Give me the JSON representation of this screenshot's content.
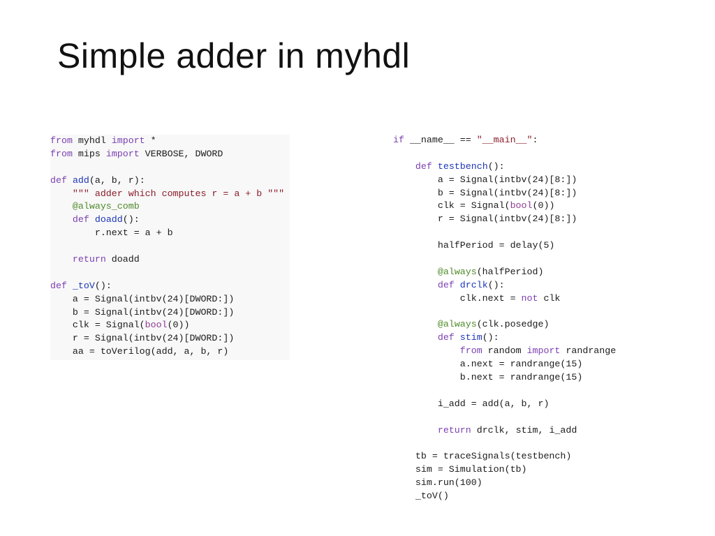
{
  "slide": {
    "title": "Simple adder in myhdl"
  },
  "colors": {
    "keyword": "#7a3fb0",
    "function_name": "#1c35b8",
    "string": "#8a1c2a",
    "decorator": "#4f8a2a",
    "builtin": "#8c3c91",
    "text": "#1a1a1a"
  },
  "code_left": [
    [
      [
        "kw",
        "from"
      ],
      [
        "p",
        " myhdl "
      ],
      [
        "kw",
        "import"
      ],
      [
        "p",
        " *"
      ]
    ],
    [
      [
        "kw",
        "from"
      ],
      [
        "p",
        " mips "
      ],
      [
        "kw",
        "import"
      ],
      [
        "p",
        " VERBOSE, DWORD"
      ]
    ],
    [],
    [
      [
        "kw",
        "def"
      ],
      [
        "p",
        " "
      ],
      [
        "fn",
        "add"
      ],
      [
        "p",
        "(a, b, r):"
      ]
    ],
    [
      [
        "p",
        "    "
      ],
      [
        "str",
        "\"\"\" adder which computes r = a + b \"\"\""
      ]
    ],
    [
      [
        "p",
        "    "
      ],
      [
        "deco",
        "@always_comb"
      ]
    ],
    [
      [
        "p",
        "    "
      ],
      [
        "kw",
        "def"
      ],
      [
        "p",
        " "
      ],
      [
        "fn",
        "doadd"
      ],
      [
        "p",
        "():"
      ]
    ],
    [
      [
        "p",
        "        r.next = a + b"
      ]
    ],
    [],
    [
      [
        "p",
        "    "
      ],
      [
        "kw",
        "return"
      ],
      [
        "p",
        " doadd"
      ]
    ],
    [],
    [
      [
        "kw",
        "def"
      ],
      [
        "p",
        " "
      ],
      [
        "fn",
        "_toV"
      ],
      [
        "p",
        "():"
      ]
    ],
    [
      [
        "p",
        "    a = Signal(intbv(24)[DWORD:])"
      ]
    ],
    [
      [
        "p",
        "    b = Signal(intbv(24)[DWORD:])"
      ]
    ],
    [
      [
        "p",
        "    clk = Signal("
      ],
      [
        "bi",
        "bool"
      ],
      [
        "p",
        "(0))"
      ]
    ],
    [
      [
        "p",
        "    r = Signal(intbv(24)[DWORD:])"
      ]
    ],
    [
      [
        "p",
        "    aa = toVerilog(add, a, b, r)"
      ]
    ]
  ],
  "code_right": [
    [
      [
        "kw",
        "if"
      ],
      [
        "p",
        " __name__ == "
      ],
      [
        "str",
        "\"__main__\""
      ],
      [
        "p",
        ":"
      ]
    ],
    [],
    [
      [
        "p",
        "    "
      ],
      [
        "kw",
        "def"
      ],
      [
        "p",
        " "
      ],
      [
        "fn",
        "testbench"
      ],
      [
        "p",
        "():"
      ]
    ],
    [
      [
        "p",
        "        a = Signal(intbv(24)[8:])"
      ]
    ],
    [
      [
        "p",
        "        b = Signal(intbv(24)[8:])"
      ]
    ],
    [
      [
        "p",
        "        clk = Signal("
      ],
      [
        "bi",
        "bool"
      ],
      [
        "p",
        "(0))"
      ]
    ],
    [
      [
        "p",
        "        r = Signal(intbv(24)[8:])"
      ]
    ],
    [],
    [
      [
        "p",
        "        halfPeriod = delay(5)"
      ]
    ],
    [],
    [
      [
        "p",
        "        "
      ],
      [
        "deco",
        "@always"
      ],
      [
        "p",
        "(halfPeriod)"
      ]
    ],
    [
      [
        "p",
        "        "
      ],
      [
        "kw",
        "def"
      ],
      [
        "p",
        " "
      ],
      [
        "fn",
        "drclk"
      ],
      [
        "p",
        "():"
      ]
    ],
    [
      [
        "p",
        "            clk.next = "
      ],
      [
        "kw",
        "not"
      ],
      [
        "p",
        " clk"
      ]
    ],
    [],
    [
      [
        "p",
        "        "
      ],
      [
        "deco",
        "@always"
      ],
      [
        "p",
        "(clk.posedge)"
      ]
    ],
    [
      [
        "p",
        "        "
      ],
      [
        "kw",
        "def"
      ],
      [
        "p",
        " "
      ],
      [
        "fn",
        "stim"
      ],
      [
        "p",
        "():"
      ]
    ],
    [
      [
        "p",
        "            "
      ],
      [
        "kw",
        "from"
      ],
      [
        "p",
        " random "
      ],
      [
        "kw",
        "import"
      ],
      [
        "p",
        " randrange"
      ]
    ],
    [
      [
        "p",
        "            a.next = randrange(15)"
      ]
    ],
    [
      [
        "p",
        "            b.next = randrange(15)"
      ]
    ],
    [],
    [
      [
        "p",
        "        i_add = add(a, b, r)"
      ]
    ],
    [],
    [
      [
        "p",
        "        "
      ],
      [
        "kw",
        "return"
      ],
      [
        "p",
        " drclk, stim, i_add"
      ]
    ],
    [],
    [
      [
        "p",
        "    tb = traceSignals(testbench)"
      ]
    ],
    [
      [
        "p",
        "    sim = Simulation(tb)"
      ]
    ],
    [
      [
        "p",
        "    sim.run(100)"
      ]
    ],
    [
      [
        "p",
        "    _toV()"
      ]
    ]
  ]
}
